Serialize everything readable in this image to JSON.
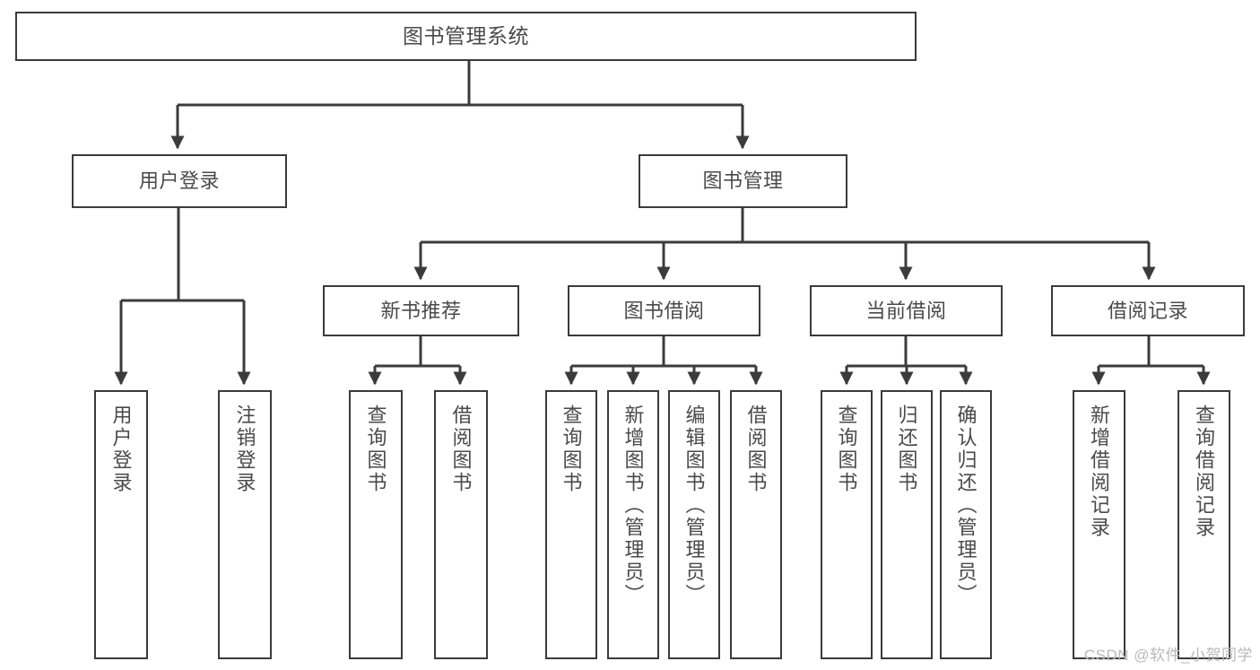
{
  "diagram": {
    "title": "图书管理系统",
    "watermark": "CSDN @软件_小贺同学",
    "line_color": "#3b3b3b",
    "text_color": "#4a4a4a",
    "background": "#ffffff",
    "root": {
      "label": "图书管理系统"
    },
    "level1": [
      {
        "label": "用户登录"
      },
      {
        "label": "图书管理"
      }
    ],
    "level2": [
      {
        "label": "新书推荐"
      },
      {
        "label": "图书借阅"
      },
      {
        "label": "当前借阅"
      },
      {
        "label": "借阅记录"
      }
    ],
    "leaves": [
      {
        "label": "用户登录",
        "parent": "用户登录"
      },
      {
        "label": "注销登录",
        "parent": "用户登录"
      },
      {
        "label": "查询图书",
        "parent": "新书推荐"
      },
      {
        "label": "借阅图书",
        "parent": "新书推荐"
      },
      {
        "label": "查询图书",
        "parent": "图书借阅"
      },
      {
        "label": "新增图书（管理员）",
        "parent": "图书借阅"
      },
      {
        "label": "编辑图书（管理员）",
        "parent": "图书借阅"
      },
      {
        "label": "借阅图书",
        "parent": "图书借阅"
      },
      {
        "label": "查询图书",
        "parent": "当前借阅"
      },
      {
        "label": "归还图书",
        "parent": "当前借阅"
      },
      {
        "label": "确认归还（管理员）",
        "parent": "当前借阅"
      },
      {
        "label": "新增借阅记录",
        "parent": "借阅记录"
      },
      {
        "label": "查询借阅记录",
        "parent": "借阅记录"
      }
    ]
  }
}
